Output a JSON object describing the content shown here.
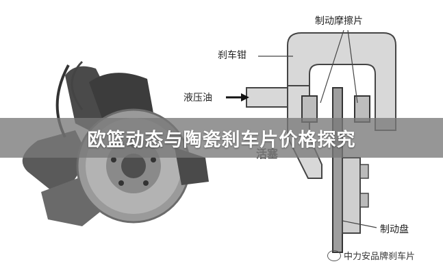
{
  "banner": {
    "title": "欧篮动态与陶瓷刹车片价格探究"
  },
  "labels": {
    "brake_pads": "制动摩擦片",
    "caliper": "刹车钳",
    "hydraulic_oil": "液压油",
    "piston": "活塞",
    "brake_disc": "制动盘"
  },
  "watermark": {
    "text": "中力安品牌刹车片",
    "icon": "wechat-icon"
  },
  "colors": {
    "banner_bg": "#787878",
    "banner_text": "#ffffff",
    "caliper_fill": "#d8d8d8"
  }
}
